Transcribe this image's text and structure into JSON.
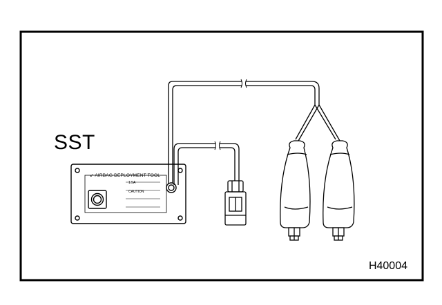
{
  "labels": {
    "sst": "SST",
    "figure_id": "H40004"
  },
  "tool_panel": {
    "brand": "↙",
    "title": "AIRBAG DEPLOYMENT TOOL",
    "line_1": "1.5A",
    "line_2": "CAUTION"
  },
  "colors": {
    "line": "#000000",
    "background": "#ffffff"
  }
}
